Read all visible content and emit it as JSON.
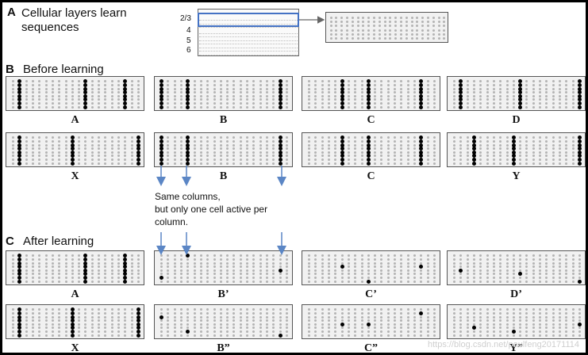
{
  "section_a": {
    "letter": "A",
    "title_line1": "Cellular layers learn",
    "title_line2": "sequences",
    "layers": [
      "2/3",
      "4",
      "5",
      "6"
    ]
  },
  "section_b": {
    "letter": "B",
    "title": "Before learning"
  },
  "section_c": {
    "letter": "C",
    "title": "After learning"
  },
  "annotation": {
    "line1": "Same columns,",
    "line2": "but only one cell active per",
    "line3": "column."
  },
  "watermark": "https://blog.csdn.net/paulfeng20171114",
  "colors": {
    "active": "#000000",
    "inactive": "#b3b3b3",
    "arrow": "#5b86c5",
    "highlight": "#4472c4"
  },
  "rows": [
    {
      "name": "row-b1",
      "grids": [
        {
          "label": "A",
          "active_columns": [
            1,
            11,
            17
          ]
        },
        {
          "label": "B",
          "active_columns": [
            0,
            4,
            18
          ]
        },
        {
          "label": "C",
          "active_columns": [
            5,
            9,
            17
          ]
        },
        {
          "label": "D",
          "active_columns": [
            1,
            10,
            19
          ]
        }
      ]
    },
    {
      "name": "row-b2",
      "grids": [
        {
          "label": "X",
          "active_columns": [
            1,
            9,
            19
          ]
        },
        {
          "label": "B",
          "active_columns": [
            0,
            4,
            18
          ]
        },
        {
          "label": "C",
          "active_columns": [
            5,
            9,
            17
          ]
        },
        {
          "label": "Y",
          "active_columns": [
            3,
            9,
            19
          ]
        }
      ]
    },
    {
      "name": "row-c1",
      "grids": [
        {
          "label": "A",
          "active_columns": [
            1,
            11,
            17
          ]
        },
        {
          "label": "B’",
          "cells": [
            [
              0,
              6
            ],
            [
              4,
              0
            ],
            [
              18,
              4
            ]
          ]
        },
        {
          "label": "C’",
          "cells": [
            [
              5,
              3
            ],
            [
              9,
              7
            ],
            [
              17,
              3
            ]
          ]
        },
        {
          "label": "D’",
          "cells": [
            [
              1,
              4
            ],
            [
              10,
              5
            ],
            [
              19,
              7
            ]
          ]
        }
      ]
    },
    {
      "name": "row-c2",
      "grids": [
        {
          "label": "X",
          "active_columns": [
            1,
            9,
            19
          ]
        },
        {
          "label": "B”",
          "cells": [
            [
              0,
              2
            ],
            [
              4,
              6
            ],
            [
              18,
              7
            ]
          ]
        },
        {
          "label": "C”",
          "cells": [
            [
              5,
              4
            ],
            [
              9,
              4
            ],
            [
              17,
              1
            ]
          ]
        },
        {
          "label": "Y”",
          "cells": [
            [
              3,
              5
            ],
            [
              9,
              6
            ],
            [
              19,
              4
            ]
          ]
        }
      ]
    }
  ]
}
